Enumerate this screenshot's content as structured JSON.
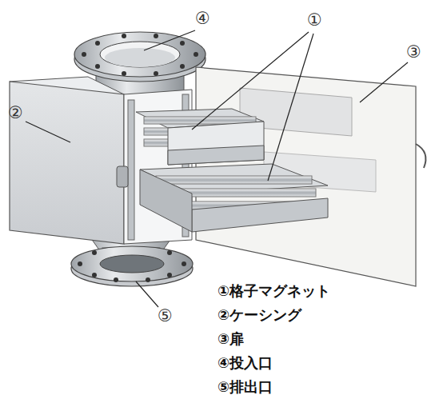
{
  "diagram": {
    "labels": [
      "④",
      "①",
      "③",
      "②",
      "⑤",
      "①格子マグネット",
      "②ケーシング",
      "③扉",
      "④投入口",
      "⑤排出口"
    ]
  }
}
